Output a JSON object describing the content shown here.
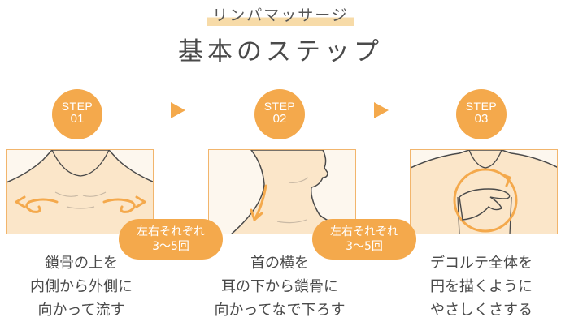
{
  "header": {
    "subtitle": "リンパマッサージ",
    "title": "基本のステップ"
  },
  "steps": [
    {
      "badge_word": "STEP",
      "badge_number": "01",
      "bubble_line1": "左右それぞれ",
      "bubble_line2": "3〜5回",
      "desc_lines": [
        "鎖骨の上を",
        "内側から外側に",
        "向かって流す"
      ]
    },
    {
      "badge_word": "STEP",
      "badge_number": "02",
      "bubble_line1": "左右それぞれ",
      "bubble_line2": "3〜5回",
      "desc_lines": [
        "首の横を",
        "耳の下から鎖骨に",
        "向かってなで下ろす"
      ]
    },
    {
      "badge_word": "STEP",
      "badge_number": "03",
      "desc_lines": [
        "デコルテ全体を",
        "円を描くように",
        "やさしくさする"
      ]
    }
  ],
  "colors": {
    "accent": "#f4a94c",
    "panel_bg": "#fdf7ee",
    "skin": "#fbe6c9",
    "line": "#4a4a4a"
  }
}
